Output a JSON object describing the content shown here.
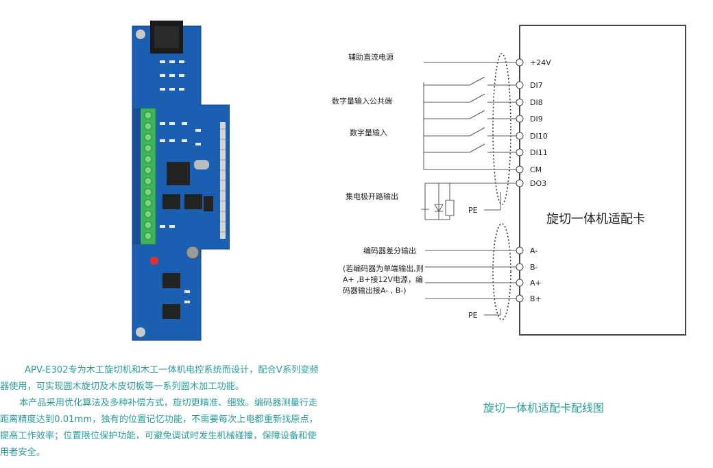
{
  "diagram": {
    "labels": {
      "aux_power": "辅助直流电源",
      "di_common": "数字量输入公共端",
      "di_input": "数字量输入",
      "oc_output": "集电极开路输出",
      "encoder_diff": "编码器差分输出",
      "encoder_note_1": "(若编码器为单端输出,则",
      "encoder_note_2": "A+ ,B+接12V电源，编",
      "encoder_note_3": "码器输出接A- , B-)",
      "pe_1": "PE",
      "pe_2": "PE"
    },
    "terminals": [
      "+24V",
      "DI7",
      "DI8",
      "DI9",
      "DI10",
      "DI11",
      "CM",
      "DO3",
      "A-",
      "B-",
      "A+",
      "B+"
    ],
    "card_title": "旋切一体机适配卡"
  },
  "description": {
    "para1_line1": "APV-E302专为木工旋切机和木工一体机电控系统而设计，配合V系列变频",
    "para1_line2": "器使用，可实现圆木旋切及木皮切板等一系列圆木加工功能。",
    "para2_line1": "本产品采用优化算法及多种补偿方式，旋切更精准、细致。编码器测量行走",
    "para2_line2": "距离精度达到0.01mm，独有的位置记忆功能，不需要每次上电都重新找原点，",
    "para2_line3": "提高工作效率；位置限位保护功能，可避免调试时发生机械碰撞，保障设备和使",
    "para2_line4": "用者安全。"
  },
  "caption": "旋切一体机适配卡配线图",
  "colors": {
    "accent_text": "#2a9c9c",
    "pcb_blue": "#1b5fb3",
    "terminal_green": "#3fb55a"
  }
}
